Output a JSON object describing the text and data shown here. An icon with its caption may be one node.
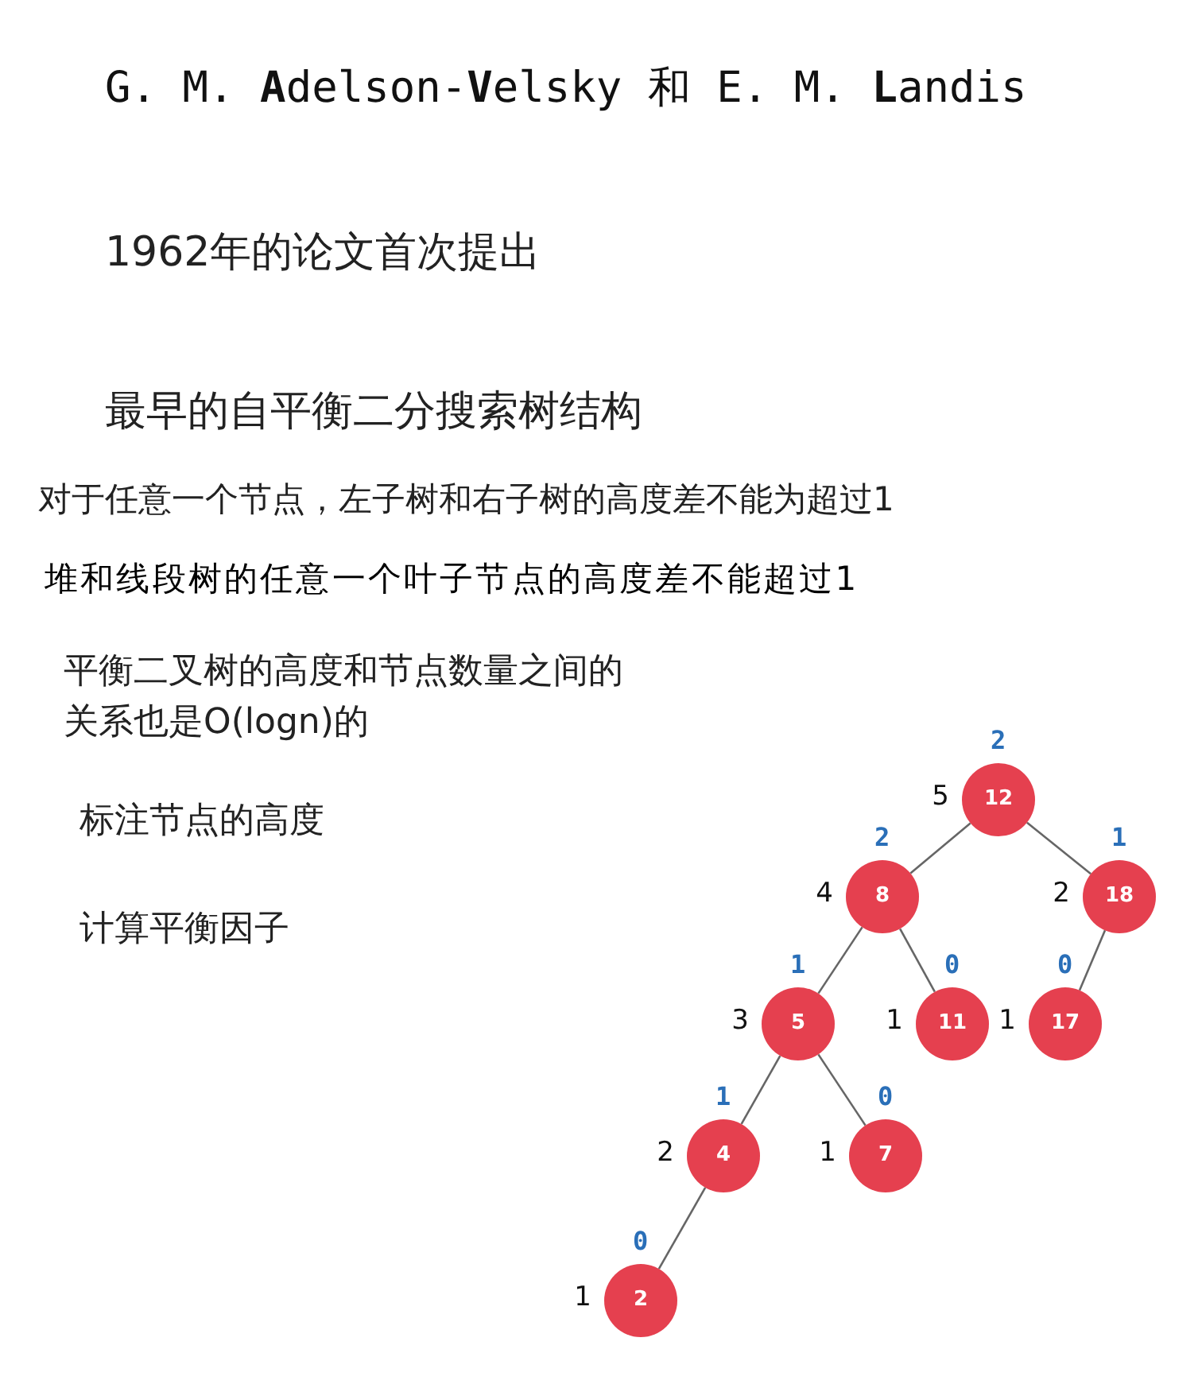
{
  "diagram": {
    "title": "G. M. **A**delson-**V**elsky 和 E. M. **L**andis",
    "nodes": [
      {
        "text": [
          "12"
        ],
        "beside": [
          "2",
          "5"
        ]
      },
      {
        "text": [
          "8"
        ],
        "beside": [
          "2",
          "4"
        ]
      },
      {
        "text": [
          "18"
        ],
        "beside": [
          "1",
          "2"
        ]
      },
      {
        "text": [
          "5"
        ],
        "beside": [
          "1",
          "3"
        ]
      },
      {
        "text": [
          "11"
        ],
        "beside": [
          "0",
          "1"
        ]
      },
      {
        "text": [
          "17"
        ],
        "beside": [
          "0",
          "1"
        ]
      },
      {
        "text": [
          "4"
        ],
        "beside": [
          "1",
          "2"
        ]
      },
      {
        "text": [
          "7"
        ],
        "beside": [
          "0",
          "1"
        ]
      },
      {
        "text": [
          "2"
        ],
        "beside": [
          "0",
          "1"
        ]
      }
    ],
    "edges": [
      {
        "from": 0,
        "to": 1,
        "arrow": "none"
      },
      {
        "from": 0,
        "to": 2,
        "arrow": "none"
      },
      {
        "from": 1,
        "to": 3,
        "arrow": "none"
      },
      {
        "from": 1,
        "to": 4,
        "arrow": "none"
      },
      {
        "from": 2,
        "to": 5,
        "arrow": "none"
      },
      {
        "from": 3,
        "to": 6,
        "arrow": "none"
      },
      {
        "from": 3,
        "to": 7,
        "arrow": "none"
      },
      {
        "from": 6,
        "to": 8,
        "arrow": "none"
      }
    ],
    "labels": [
      "1962年的论文首次提出",
      "最早的自平衡二分搜索树结构",
      "对于任意一个节点，左子树和右子树的高度差不能为超过1",
      "堆和线段树的任意一个叶子节点的高度差不能超过1",
      "平衡二叉树的高度和节点数量之间的关系也是O(logn)的",
      "标注节点的高度",
      "计算平衡因子"
    ]
  }
}
